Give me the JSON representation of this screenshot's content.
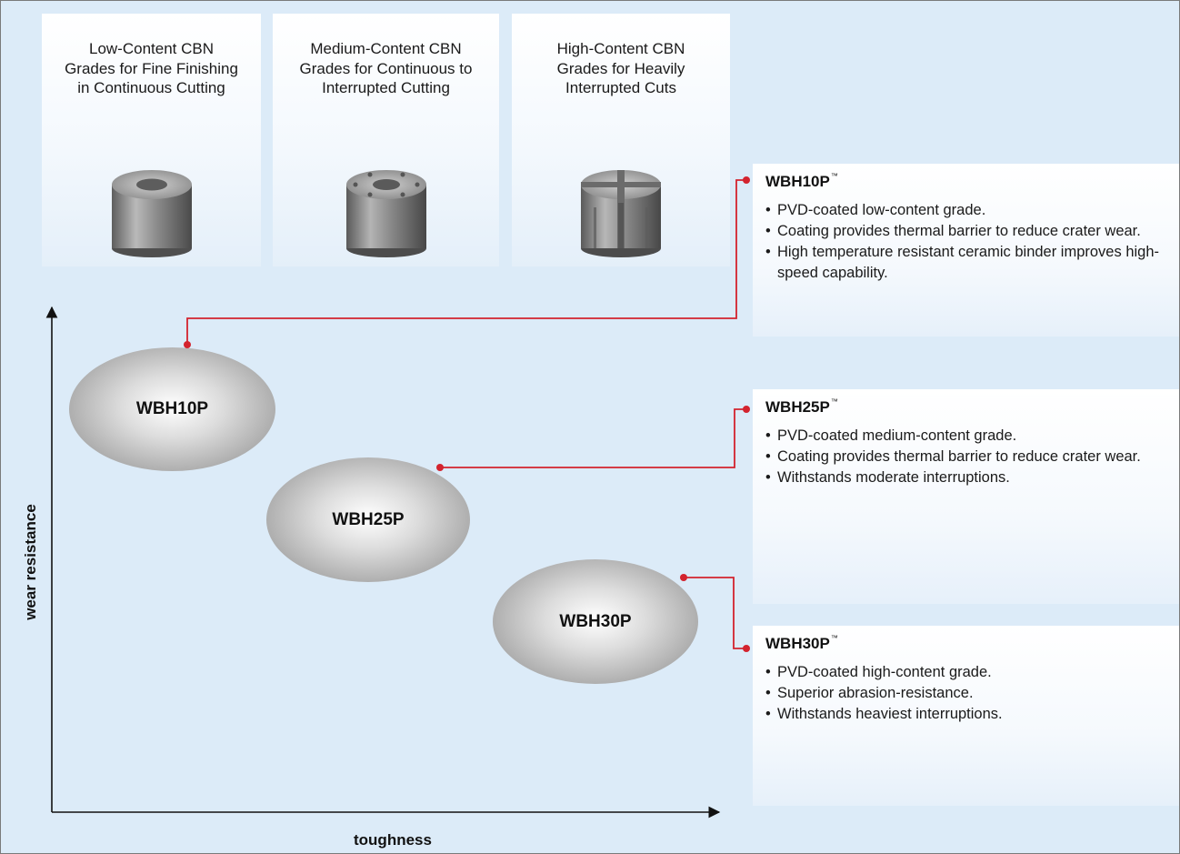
{
  "panels": [
    {
      "title": "Low-Content CBN\nGrades for Fine Finishing\nin Continuous Cutting",
      "insert": "solid-insert-icon"
    },
    {
      "title": "Medium-Content CBN\nGrades for Continuous to\nInterrupted Cutting",
      "insert": "holed-insert-icon"
    },
    {
      "title": "High-Content CBN\nGrades for Heavily\nInterrupted Cuts",
      "insert": "segmented-insert-icon"
    }
  ],
  "grades": [
    {
      "name": "WBH10P",
      "title": "WBH10P",
      "tm": "™",
      "bullets": [
        "PVD-coated low-content grade.",
        "Coating provides thermal barrier to reduce crater wear.",
        "High temperature resistant ceramic binder improves high-speed capability."
      ]
    },
    {
      "name": "WBH25P",
      "title": "WBH25P",
      "tm": "™",
      "bullets": [
        "PVD-coated medium-content grade.",
        "Coating provides thermal barrier to reduce crater wear.",
        "Withstands moderate interruptions."
      ]
    },
    {
      "name": "WBH30P",
      "title": "WBH30P",
      "tm": "™",
      "bullets": [
        "PVD-coated high-content grade.",
        "Superior abrasion-resistance.",
        "Withstands heaviest interruptions."
      ]
    }
  ],
  "axes": {
    "x_label": "toughness",
    "y_label": "wear resistance"
  },
  "colors": {
    "background": "#dcebf8",
    "connector": "#d3232e",
    "ellipse": "#a9a9a9"
  }
}
